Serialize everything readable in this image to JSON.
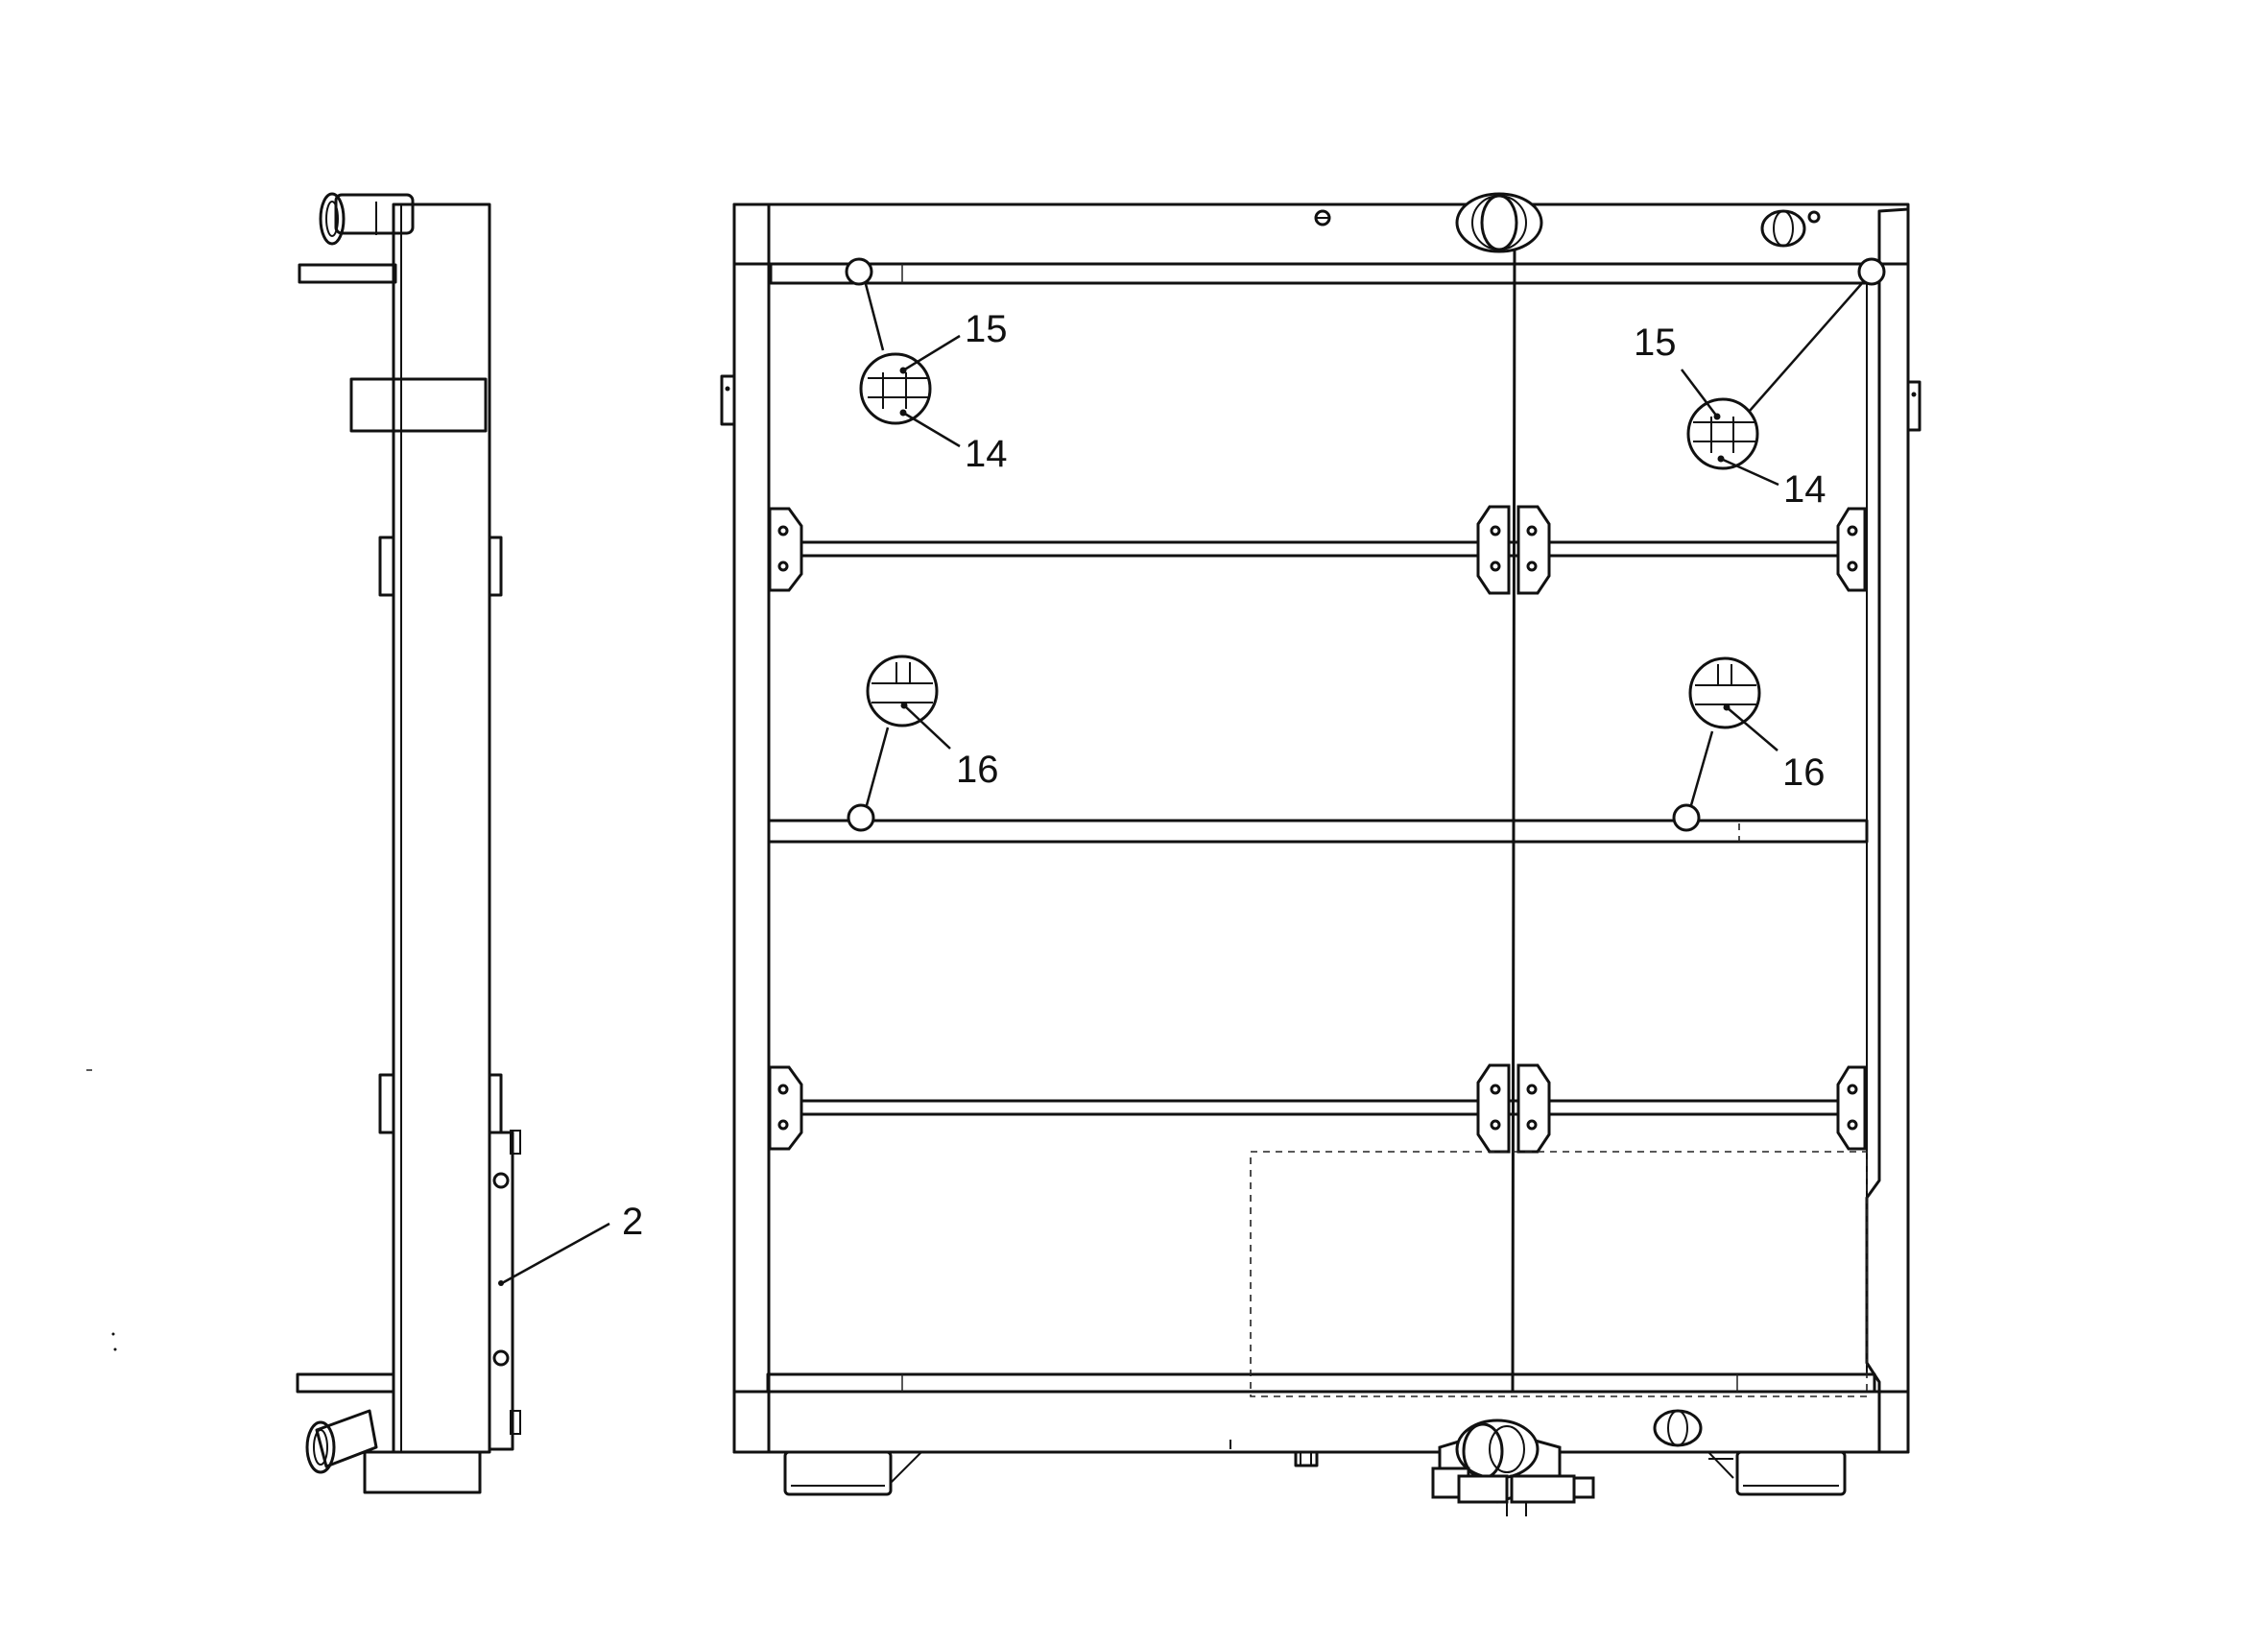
{
  "drawing": {
    "side_view": {
      "callouts": [
        {
          "label": "2"
        }
      ]
    },
    "front_view": {
      "callouts": [
        {
          "label": "15"
        },
        {
          "label": "14"
        },
        {
          "label": "15"
        },
        {
          "label": "14"
        },
        {
          "label": "16"
        },
        {
          "label": "16"
        }
      ]
    }
  }
}
